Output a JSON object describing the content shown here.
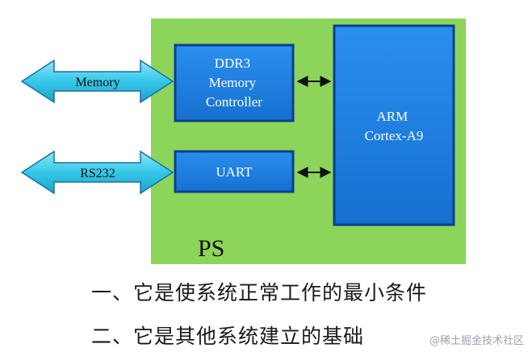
{
  "diagram": {
    "ps_label": "PS",
    "blocks": {
      "ddr3": [
        "DDR3",
        "Memory",
        "Controller"
      ],
      "uart": [
        "UART"
      ],
      "arm": [
        "ARM",
        "Cortex-A9"
      ]
    },
    "interfaces": {
      "memory": "Memory",
      "rs232": "RS232"
    }
  },
  "captions": [
    "一、它是使系统正常工作的最小条件",
    "二、它是其他系统建立的基础"
  ],
  "watermark": "@稀土掘金技术社区",
  "colors": {
    "ps_region": "#8dd45a",
    "block_fill": "#1f7fe0",
    "block_border": "#0a3f8f",
    "bus_fill": "#35c7e8",
    "bus_border": "#1b6f9e",
    "arrow": "#111111"
  }
}
